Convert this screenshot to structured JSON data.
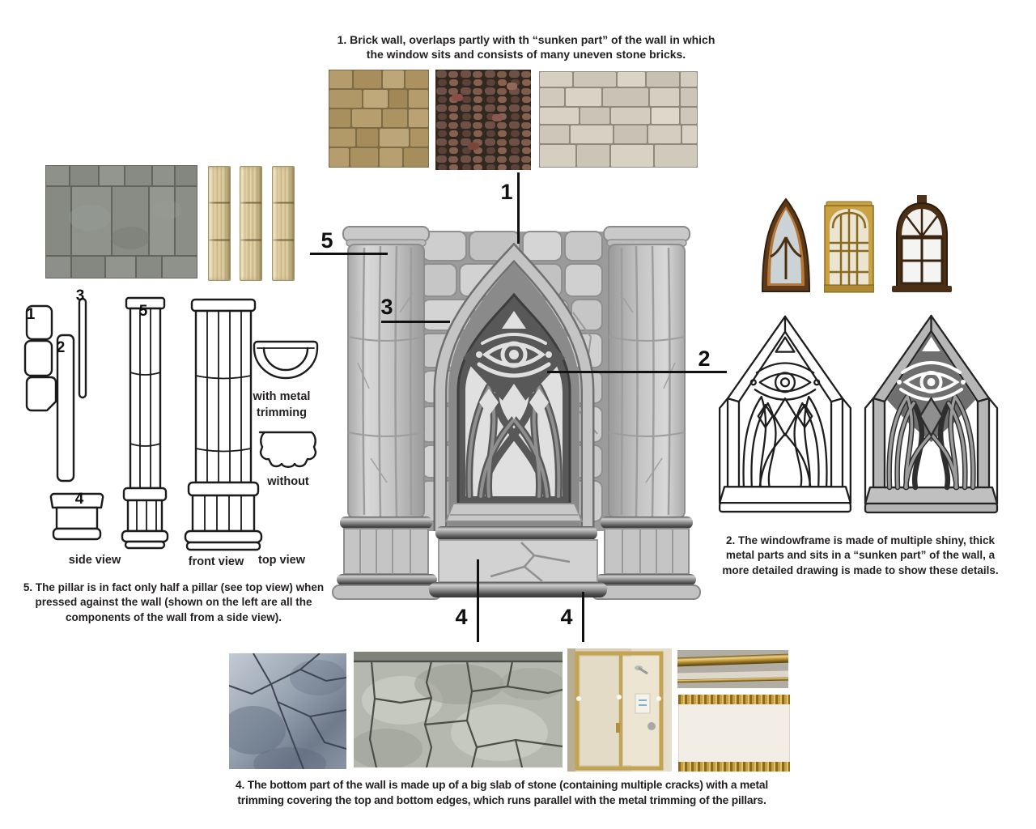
{
  "colors": {
    "ink": "#231f20",
    "callout_line": "#111111"
  },
  "notes": {
    "brick_wall": "1. Brick wall, overlaps partly with th “sunken part” of the wall in which the window sits and consists of many uneven stone bricks.",
    "windowframe": "2. The windowframe is made of multiple shiny, thick metal parts and sits in a “sunken part” of the wall, a more detailed drawing is made to show these details.",
    "bottom_slab": "4. The bottom part of the wall is made up of a big slab of stone (containing multiple cracks) with a metal trimming covering the top and bottom edges,  which runs parallel with the metal trimming of the pillars.",
    "pillar": "5. The pillar is in fact only half a pillar (see top view) when pressed against the wall (shown on the left are all the components of the wall from a side view)."
  },
  "callouts": {
    "brick": "1",
    "frame": "2",
    "arch": "3",
    "slab_left": "4",
    "slab_right": "4",
    "pillar": "5"
  },
  "sketch": {
    "labels": {
      "side_view": "side view",
      "front_view": "front view",
      "top_view": "top view",
      "with_trim": "with metal trimming",
      "without": "without"
    },
    "part_numbers": {
      "p1": "1",
      "p2": "2",
      "p3": "3",
      "p4": "4",
      "p5": "5"
    }
  }
}
